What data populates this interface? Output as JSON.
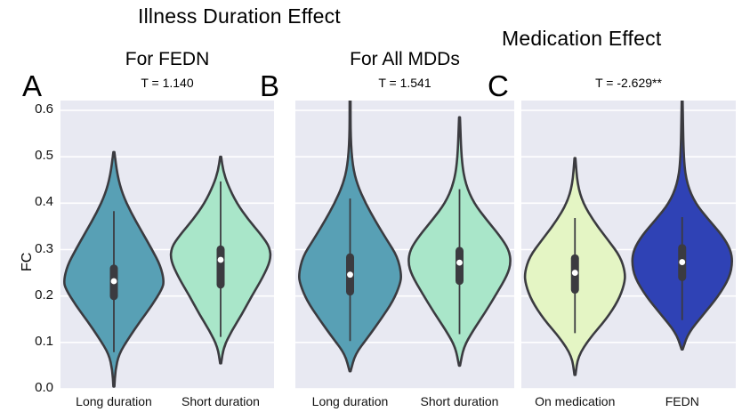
{
  "figure": {
    "suptitles": [
      {
        "id": "illness",
        "text": "Illness Duration  Effect"
      },
      {
        "id": "medication",
        "text": "Medication  Effect"
      }
    ],
    "ylabel": "FC",
    "bg_color": "#e8e9f2",
    "grid_color": "#ffffff",
    "outline_color": "#3b3b40",
    "box_color": "#3b3b40",
    "median_color": "#ffffff"
  },
  "panels": [
    {
      "letter": "A",
      "title": "For FEDN",
      "stat": "T = 1.140",
      "ylim": [
        0.0,
        0.6
      ],
      "yticks": [
        "0.0",
        "0.1",
        "0.2",
        "0.3",
        "0.4",
        "0.5",
        "0.6"
      ],
      "ytick_values": [
        0.0,
        0.1,
        0.2,
        0.3,
        0.4,
        0.5,
        0.6
      ],
      "xticks": [
        "Long duration",
        "Short duration"
      ],
      "show_ylabel": true
    },
    {
      "letter": "B",
      "title": "For All MDDs",
      "stat": "T = 1.541",
      "ylim": [
        0.0,
        0.6
      ],
      "yticks": [
        "0.0",
        "0.1",
        "0.2",
        "0.3",
        "0.4",
        "0.5",
        "0.6"
      ],
      "ytick_values": [
        0.0,
        0.1,
        0.2,
        0.3,
        0.4,
        0.5,
        0.6
      ],
      "xticks": [
        "Long duration",
        "Short duration"
      ],
      "show_ylabel": false
    },
    {
      "letter": "C",
      "title": "",
      "stat": "T = -2.629**",
      "ylim": [
        0.0,
        0.6
      ],
      "yticks": [
        "0.0",
        "0.1",
        "0.2",
        "0.3",
        "0.4",
        "0.5",
        "0.6"
      ],
      "ytick_values": [
        0.0,
        0.1,
        0.2,
        0.3,
        0.4,
        0.5,
        0.6
      ],
      "xticks": [
        "On medication",
        "FEDN"
      ],
      "show_ylabel": false
    }
  ],
  "chart_data": {
    "type": "violin",
    "title": "Illness Duration  Effect / Medication  Effect",
    "ylabel": "FC",
    "xlabel": "",
    "ylim": [
      0.0,
      0.6
    ],
    "yticks": [
      0.0,
      0.1,
      0.2,
      0.3,
      0.4,
      0.5,
      0.6
    ],
    "grid": true,
    "legend": "none",
    "panels": [
      {
        "panel": "A",
        "title": "For FEDN",
        "annotation": "T = 1.140",
        "violins": [
          {
            "name": "Long duration",
            "color": "#58a0b5",
            "median": 0.232,
            "q1": 0.191,
            "q3": 0.268,
            "whisker_low": 0.079,
            "whisker_high": 0.383,
            "data_min": 0.005,
            "data_max": 0.51,
            "density_profile": [
              {
                "y": 0.005,
                "w": 0.01
              },
              {
                "y": 0.04,
                "w": 0.03
              },
              {
                "y": 0.075,
                "w": 0.1
              },
              {
                "y": 0.11,
                "w": 0.3
              },
              {
                "y": 0.145,
                "w": 0.52
              },
              {
                "y": 0.18,
                "w": 0.76
              },
              {
                "y": 0.215,
                "w": 0.96
              },
              {
                "y": 0.232,
                "w": 1.0
              },
              {
                "y": 0.265,
                "w": 0.93
              },
              {
                "y": 0.3,
                "w": 0.76
              },
              {
                "y": 0.34,
                "w": 0.55
              },
              {
                "y": 0.38,
                "w": 0.34
              },
              {
                "y": 0.42,
                "w": 0.17
              },
              {
                "y": 0.46,
                "w": 0.07
              },
              {
                "y": 0.51,
                "w": 0.01
              }
            ]
          },
          {
            "name": "Short duration",
            "color": "#a9e6c9",
            "median": 0.278,
            "q1": 0.216,
            "q3": 0.309,
            "whisker_low": 0.112,
            "whisker_high": 0.447,
            "data_min": 0.055,
            "data_max": 0.5,
            "density_profile": [
              {
                "y": 0.055,
                "w": 0.01
              },
              {
                "y": 0.09,
                "w": 0.06
              },
              {
                "y": 0.125,
                "w": 0.22
              },
              {
                "y": 0.16,
                "w": 0.42
              },
              {
                "y": 0.2,
                "w": 0.62
              },
              {
                "y": 0.24,
                "w": 0.84
              },
              {
                "y": 0.278,
                "w": 1.0
              },
              {
                "y": 0.305,
                "w": 0.98
              },
              {
                "y": 0.33,
                "w": 0.82
              },
              {
                "y": 0.365,
                "w": 0.55
              },
              {
                "y": 0.4,
                "w": 0.32
              },
              {
                "y": 0.44,
                "w": 0.14
              },
              {
                "y": 0.47,
                "w": 0.05
              },
              {
                "y": 0.5,
                "w": 0.01
              }
            ]
          }
        ]
      },
      {
        "panel": "B",
        "title": "For All MDDs",
        "annotation": "T = 1.541",
        "violins": [
          {
            "name": "Long duration",
            "color": "#58a0b5",
            "median": 0.246,
            "q1": 0.201,
            "q3": 0.292,
            "whisker_low": 0.103,
            "whisker_high": 0.41,
            "data_min": 0.038,
            "data_max": 0.625,
            "density_profile": [
              {
                "y": 0.038,
                "w": 0.01
              },
              {
                "y": 0.075,
                "w": 0.1
              },
              {
                "y": 0.11,
                "w": 0.34
              },
              {
                "y": 0.15,
                "w": 0.6
              },
              {
                "y": 0.19,
                "w": 0.84
              },
              {
                "y": 0.225,
                "w": 0.97
              },
              {
                "y": 0.246,
                "w": 1.0
              },
              {
                "y": 0.285,
                "w": 0.92
              },
              {
                "y": 0.32,
                "w": 0.72
              },
              {
                "y": 0.36,
                "w": 0.5
              },
              {
                "y": 0.4,
                "w": 0.3
              },
              {
                "y": 0.44,
                "w": 0.14
              },
              {
                "y": 0.48,
                "w": 0.05
              },
              {
                "y": 0.54,
                "w": 0.01
              },
              {
                "y": 0.625,
                "w": 0.005
              }
            ]
          },
          {
            "name": "Short duration",
            "color": "#a9e6c9",
            "median": 0.272,
            "q1": 0.224,
            "q3": 0.306,
            "whisker_low": 0.118,
            "whisker_high": 0.43,
            "data_min": 0.05,
            "data_max": 0.585,
            "density_profile": [
              {
                "y": 0.05,
                "w": 0.01
              },
              {
                "y": 0.09,
                "w": 0.08
              },
              {
                "y": 0.125,
                "w": 0.26
              },
              {
                "y": 0.165,
                "w": 0.5
              },
              {
                "y": 0.205,
                "w": 0.72
              },
              {
                "y": 0.245,
                "w": 0.93
              },
              {
                "y": 0.272,
                "w": 1.0
              },
              {
                "y": 0.3,
                "w": 0.96
              },
              {
                "y": 0.33,
                "w": 0.78
              },
              {
                "y": 0.365,
                "w": 0.52
              },
              {
                "y": 0.4,
                "w": 0.28
              },
              {
                "y": 0.44,
                "w": 0.12
              },
              {
                "y": 0.49,
                "w": 0.04
              },
              {
                "y": 0.585,
                "w": 0.005
              }
            ]
          }
        ]
      },
      {
        "panel": "C",
        "title": "",
        "annotation": "T = -2.629**",
        "violins": [
          {
            "name": "On medication",
            "color": "#e4f5c4",
            "median": 0.25,
            "q1": 0.205,
            "q3": 0.29,
            "whisker_low": 0.12,
            "whisker_high": 0.368,
            "data_min": 0.03,
            "data_max": 0.497,
            "density_profile": [
              {
                "y": 0.03,
                "w": 0.01
              },
              {
                "y": 0.07,
                "w": 0.06
              },
              {
                "y": 0.11,
                "w": 0.3
              },
              {
                "y": 0.15,
                "w": 0.62
              },
              {
                "y": 0.19,
                "w": 0.86
              },
              {
                "y": 0.225,
                "w": 0.98
              },
              {
                "y": 0.25,
                "w": 1.0
              },
              {
                "y": 0.285,
                "w": 0.9
              },
              {
                "y": 0.32,
                "w": 0.66
              },
              {
                "y": 0.36,
                "w": 0.38
              },
              {
                "y": 0.4,
                "w": 0.16
              },
              {
                "y": 0.44,
                "w": 0.05
              },
              {
                "y": 0.497,
                "w": 0.005
              }
            ]
          },
          {
            "name": "FEDN",
            "color": "#2f42b5",
            "median": 0.273,
            "q1": 0.232,
            "q3": 0.312,
            "whisker_low": 0.148,
            "whisker_high": 0.37,
            "data_min": 0.085,
            "data_max": 0.62,
            "density_profile": [
              {
                "y": 0.085,
                "w": 0.01
              },
              {
                "y": 0.12,
                "w": 0.12
              },
              {
                "y": 0.16,
                "w": 0.42
              },
              {
                "y": 0.2,
                "w": 0.72
              },
              {
                "y": 0.24,
                "w": 0.94
              },
              {
                "y": 0.273,
                "w": 1.0
              },
              {
                "y": 0.3,
                "w": 0.96
              },
              {
                "y": 0.33,
                "w": 0.8
              },
              {
                "y": 0.365,
                "w": 0.52
              },
              {
                "y": 0.4,
                "w": 0.26
              },
              {
                "y": 0.44,
                "w": 0.1
              },
              {
                "y": 0.49,
                "w": 0.03
              },
              {
                "y": 0.62,
                "w": 0.005
              }
            ]
          }
        ]
      }
    ]
  }
}
